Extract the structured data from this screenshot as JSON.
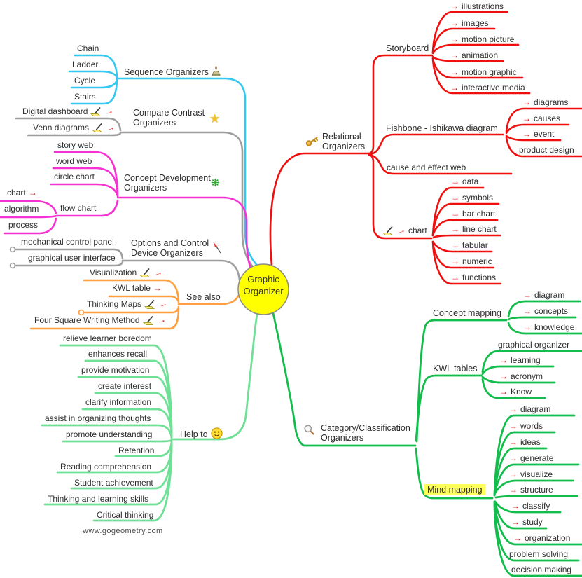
{
  "title": "Graphic Organizer mind map",
  "center": {
    "line1": "Graphic",
    "line2": "Organizer"
  },
  "footer": "www.gogeometry.com",
  "icons": {
    "arrow": "→",
    "star": "★",
    "flower": "❋"
  },
  "colors": {
    "cyan": "#35C8F0",
    "gray": "#9E9E9E",
    "magenta": "#F732D2",
    "orange": "#FF9F40",
    "light_green": "#6FE096",
    "green": "#12BD4B",
    "red": "#EF0F0F",
    "arrow_red": "#E00000",
    "center_fill": "#FFFF00",
    "highlight": "#FFFF59"
  },
  "n": {
    "seq": "Sequence Organizers",
    "chain": "Chain",
    "ladder": "Ladder",
    "cycle": "Cycle",
    "stairs": "Stairs",
    "cmp1": "Compare Contrast",
    "cmp2": "Organizers",
    "digital": "Digital dashboard",
    "venn": "Venn diagrams",
    "cdo1": "Concept Development",
    "cdo2": "Organizers",
    "storyweb": "story web",
    "wordweb": "word web",
    "circlechart": "circle chart",
    "flowchart": "flow chart",
    "chartL": "chart",
    "algorithm": "algorithm",
    "process": "process",
    "oc1": "Options and Control",
    "oc2": "Device Organizers",
    "mech": "mechanical control panel",
    "gui": "graphical user interface",
    "seealso": "See also",
    "visualization": "Visualization",
    "kwltable": "KWL table",
    "thinkingmaps": "Thinking Maps",
    "foursquare": "Four Square Writing Method",
    "helpto": "Help to",
    "h1": "relieve learner boredom",
    "h2": "enhances recall",
    "h3": "provide motivation",
    "h4": "create interest",
    "h5": "clarify information",
    "h6": "assist in organizing thoughts",
    "h7": "promote understanding",
    "h8": "Retention",
    "h9": "Reading comprehension",
    "h10": "Student achievement",
    "h11": "Thinking and learning skills",
    "h12": "Critical thinking",
    "rel1": "Relational",
    "rel2": "Organizers",
    "storyboard": "Storyboard",
    "sb1": "illustrations",
    "sb2": "images",
    "sb3": "motion picture",
    "sb4": "animation",
    "sb5": "motion graphic",
    "sb6": "interactive media",
    "fishbone": "Fishbone - Ishikawa diagram",
    "fb1": "diagrams",
    "fb2": "causes",
    "fb3": "event",
    "fb4": "product design",
    "caweb": "cause and effect web",
    "chartR": "chart",
    "cr1": "data",
    "cr2": "symbols",
    "cr3": "bar chart",
    "cr4": "line chart",
    "cr5": "tabular",
    "cr6": "numeric",
    "cr7": "functions",
    "cat1": "Category/Classification",
    "cat2": "Organizers",
    "cmap": "Concept mapping",
    "cm1": "diagram",
    "cm2": "concepts",
    "cm3": "knowledge",
    "kwlt": "KWL tables",
    "kw1": "graphical organizer",
    "kw2": "learning",
    "kw3": "acronym",
    "kw4": "Know",
    "mmap": "Mind mapping",
    "mm1": "diagram",
    "mm2": "words",
    "mm3": "ideas",
    "mm4": "generate",
    "mm5": "visualize",
    "mm6": "structure",
    "mm7": "classify",
    "mm8": "study",
    "mm9": "organization",
    "mm10": "problem solving",
    "mm11": "decision making"
  }
}
